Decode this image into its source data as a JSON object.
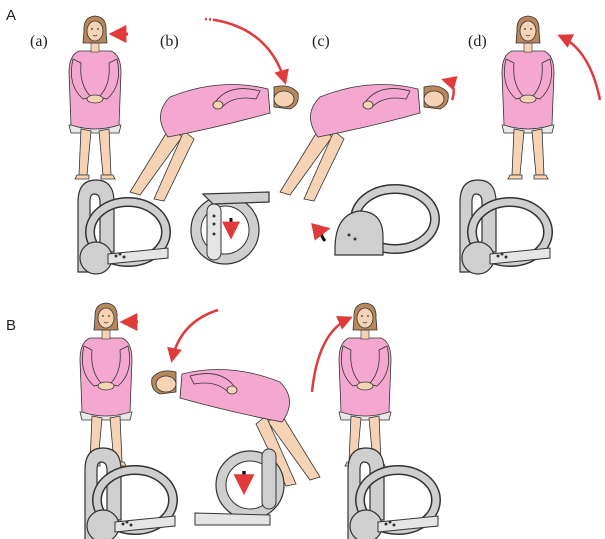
{
  "figure": {
    "panels": [
      {
        "letter": "A",
        "steps": [
          {
            "label": "(a)",
            "pose": "seated",
            "head_turn": "right",
            "arrow": "short-pointer",
            "canal_view": "upright"
          },
          {
            "label": "(b)",
            "pose": "lying-on-side",
            "head_turn": "down",
            "arrow": "curved-down",
            "canal_view": "particles-falling"
          },
          {
            "label": "(c)",
            "pose": "lying-face-up-turned",
            "head_turn": "rotated",
            "arrow": "curved-up",
            "canal_view": "particles-exiting"
          },
          {
            "label": "(d)",
            "pose": "seated",
            "head_turn": "neutral",
            "arrow": "curved-up-left",
            "canal_view": "upright"
          }
        ]
      },
      {
        "letter": "B",
        "steps": [
          {
            "pose": "seated",
            "head_turn": "right",
            "arrow": "short-pointer",
            "canal_view": "upright"
          },
          {
            "pose": "lying-on-side",
            "head_turn": "down",
            "arrow": "curved-down",
            "canal_view": "particles-falling"
          },
          {
            "pose": "seated",
            "head_turn": "neutral",
            "arrow": "curved-up",
            "canal_view": "upright"
          }
        ]
      }
    ],
    "colors": {
      "dress": "#f4a7cf",
      "dress_dark": "#d67eae",
      "skin": "#f6d3b4",
      "hair": "#b8875b",
      "arrow": "#e03a3a",
      "canal": "#cfcfcf",
      "canal_dark": "#8d8d8d",
      "outline": "#333333"
    }
  }
}
